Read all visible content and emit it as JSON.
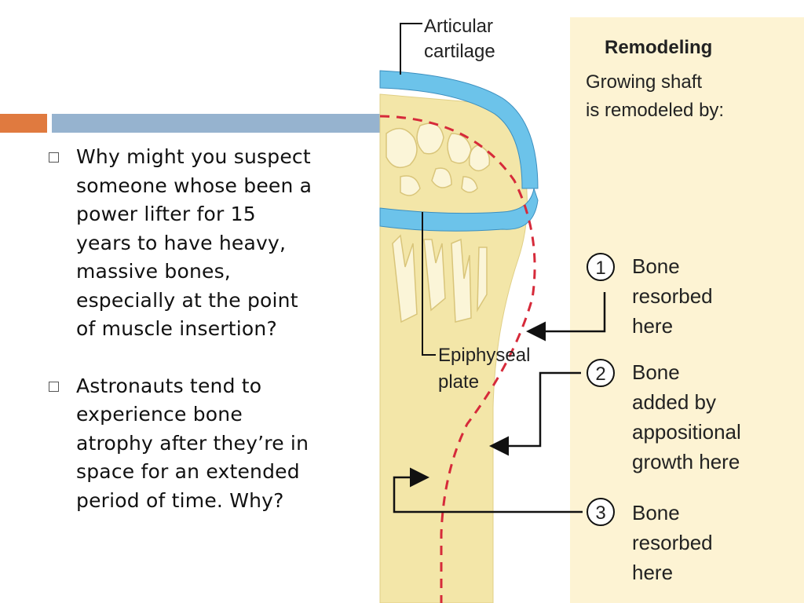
{
  "bullets": [
    {
      "text": "Why might you suspect\nsomeone whose been a\npower lifter for 15\nyears to have heavy,\nmassive bones,\nespecially at the point\nof muscle insertion?"
    },
    {
      "text": "Astronauts tend to\nexperience bone\natrophy after they’re in\nspace for an extended\nperiod of time.  Why?"
    }
  ],
  "diagram": {
    "articular_cartilage": [
      "Articular",
      "cartilage"
    ],
    "epiphyseal_plate": [
      "Epiphyseal",
      "plate"
    ],
    "panel_title": "Remodeling",
    "panel_subtitle": [
      "Growing shaft",
      "is remodeled by:"
    ],
    "steps": [
      {
        "number": "1",
        "lines": [
          "Bone",
          "resorbed",
          "here"
        ]
      },
      {
        "number": "2",
        "lines": [
          "Bone",
          "added by",
          "appositional",
          "growth here"
        ]
      },
      {
        "number": "3",
        "lines": [
          "Bone",
          "resorbed",
          "here"
        ]
      }
    ]
  },
  "colors": {
    "accent_orange": "#e07a3f",
    "accent_blue": "#96b3cf",
    "panel_bg": "#fdf3d3",
    "bone": "#f3e6a8",
    "cartilage": "#6cc3ea",
    "outline_dashed": "#d62a3a"
  }
}
